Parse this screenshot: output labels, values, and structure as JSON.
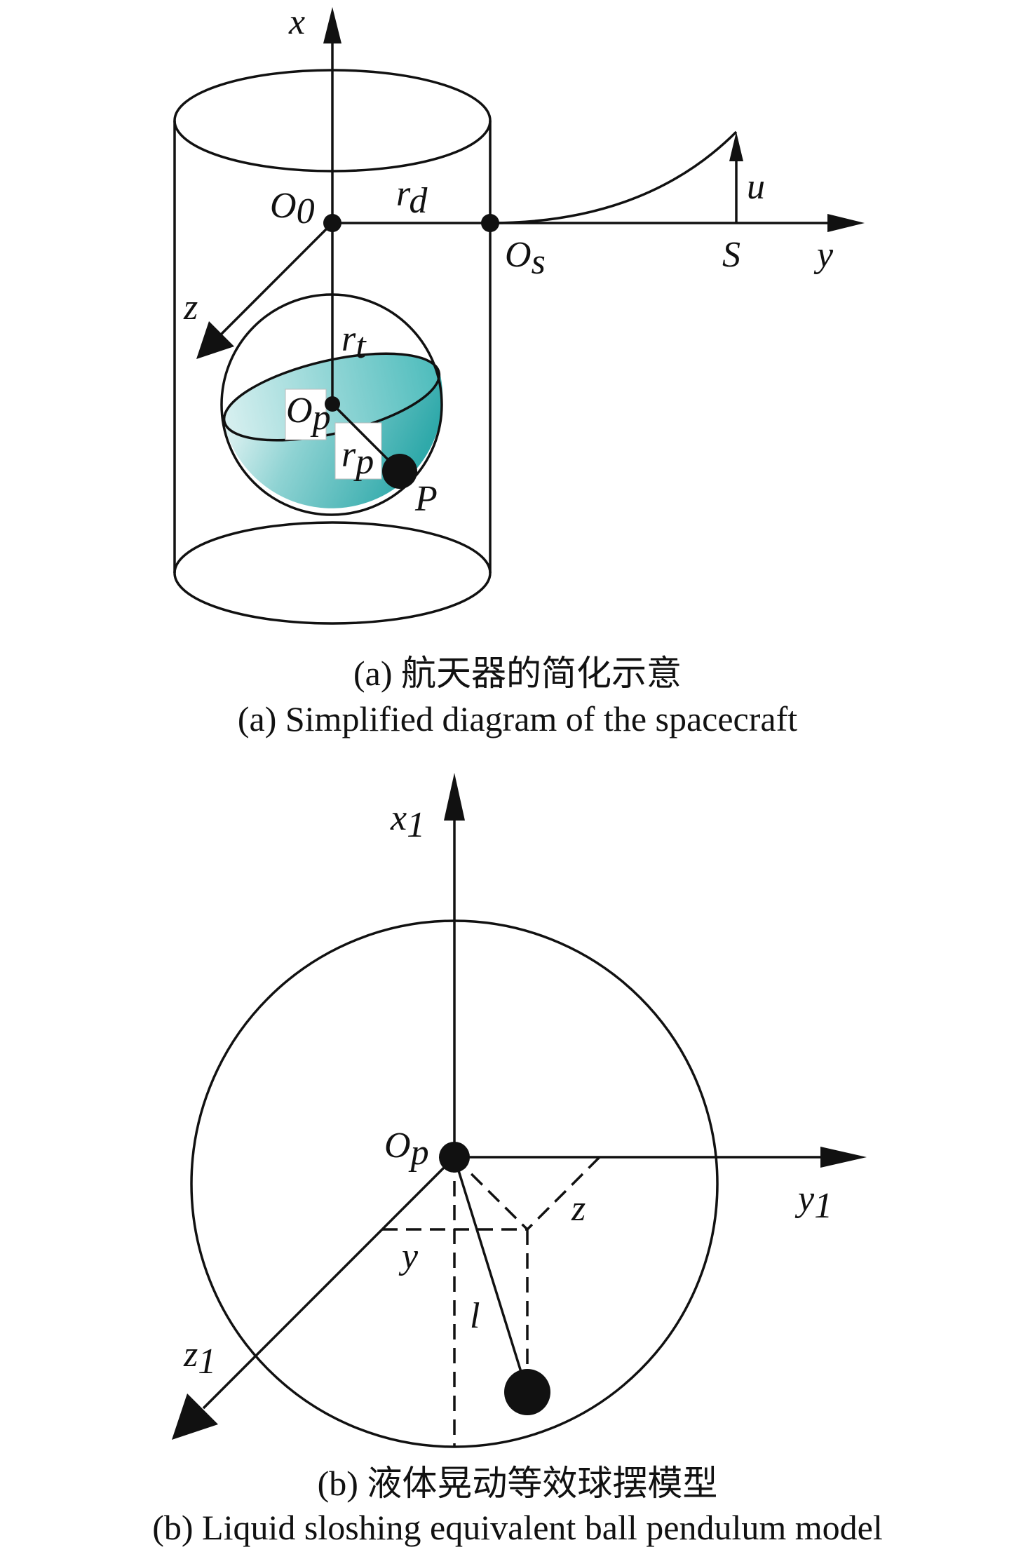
{
  "panel_a": {
    "labels": {
      "x": "x",
      "O0_main": "O",
      "O0_sub": "0",
      "rd_main": "r",
      "rd_sub": "d",
      "u": "u",
      "Os_main": "O",
      "Os_sub": "s",
      "S": "S",
      "y": "y",
      "z": "z",
      "rt_main": "r",
      "rt_sub": "t",
      "Op_main": "O",
      "Op_sub": "p",
      "rp_main": "r",
      "rp_sub": "p",
      "P": "P"
    },
    "caption_cn": "(a) 航天器的简化示意",
    "caption_en": "(a) Simplified diagram of the spacecraft",
    "liquid_color": "#3fb5b5"
  },
  "panel_b": {
    "labels": {
      "x1_main": "x",
      "x1_sub": "1",
      "Op_main": "O",
      "Op_sub": "p",
      "y1_main": "y",
      "y1_sub": "1",
      "z1_main": "z",
      "z1_sub": "1",
      "z": "z",
      "y": "y",
      "l": "l"
    },
    "caption_cn": "(b) 液体晃动等效球摆模型",
    "caption_en": "(b) Liquid sloshing equivalent ball pendulum model"
  }
}
